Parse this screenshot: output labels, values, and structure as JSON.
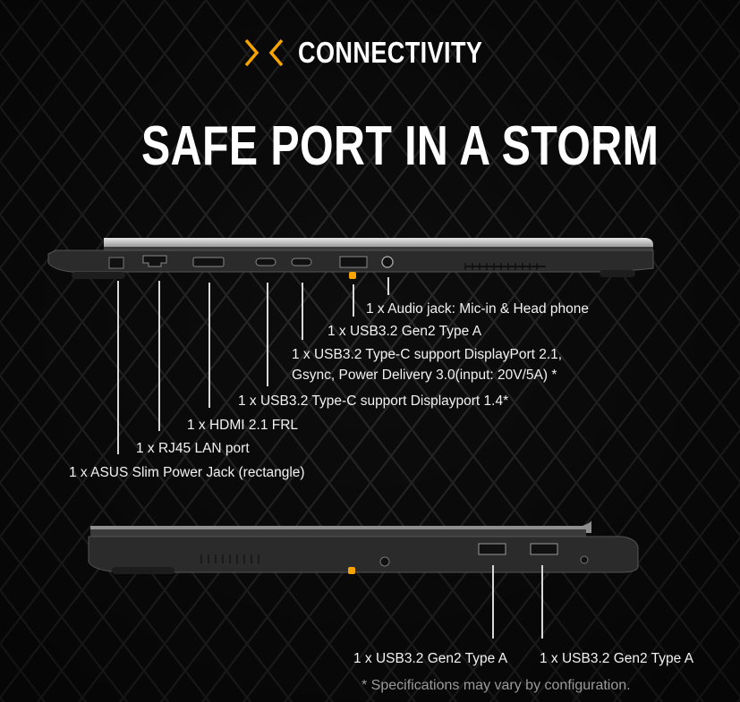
{
  "header": {
    "section_title": "CONNECTIVITY",
    "headline": "SAFE PORT IN A STORM",
    "accent_color": "#f5a400",
    "logo_icon": "x-chevrons-icon"
  },
  "left_side_ports": [
    "1 x Audio jack: Mic-in & Head phone",
    "1 x USB3.2 Gen2 Type A",
    "1 x USB3.2 Type-C support DisplayPort 2.1,",
    "Gsync, Power Delivery 3.0(input: 20V/5A) *",
    "1 x USB3.2 Type-C support Displayport 1.4*",
    "1 x HDMI 2.1 FRL",
    "1 x RJ45 LAN port",
    "1 x ASUS Slim Power Jack (rectangle)"
  ],
  "right_side_ports": [
    "1 x USB3.2 Gen2 Type A",
    "1 x USB3.2 Gen2 Type A"
  ],
  "disclaimer": "* Specifications may vary by configuration."
}
